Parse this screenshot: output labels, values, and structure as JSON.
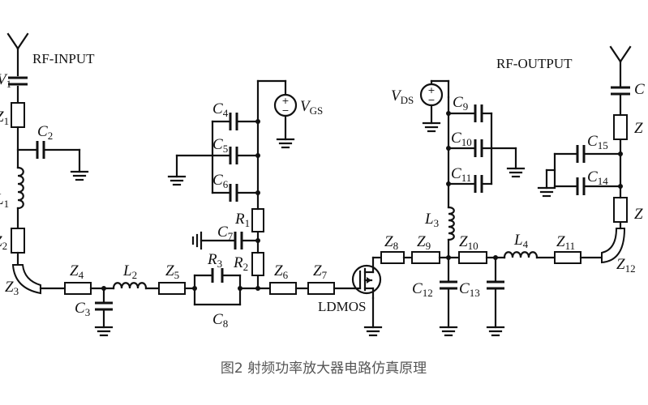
{
  "ports": {
    "input": "RF-INPUT",
    "output": "RF-OUTPUT",
    "device": "LDMOS"
  },
  "sources": {
    "gate": {
      "sym": "V",
      "sub": "GS"
    },
    "drain": {
      "sym": "V",
      "sub": "DS"
    }
  },
  "labels": {
    "V1": {
      "sym": "V",
      "sub": "1"
    },
    "Z1": {
      "sym": "Z",
      "sub": "1"
    },
    "C2": {
      "sym": "C",
      "sub": "2"
    },
    "L1": {
      "sym": "L",
      "sub": "1"
    },
    "Z2": {
      "sym": "Z",
      "sub": "2"
    },
    "Z3": {
      "sym": "Z",
      "sub": "3"
    },
    "Z4": {
      "sym": "Z",
      "sub": "4"
    },
    "C3": {
      "sym": "C",
      "sub": "3"
    },
    "L2": {
      "sym": "L",
      "sub": "2"
    },
    "Z5": {
      "sym": "Z",
      "sub": "5"
    },
    "R3": {
      "sym": "R",
      "sub": "3"
    },
    "C8": {
      "sym": "C",
      "sub": "8"
    },
    "R2": {
      "sym": "R",
      "sub": "2"
    },
    "R1": {
      "sym": "R",
      "sub": "1"
    },
    "C7": {
      "sym": "C",
      "sub": "7"
    },
    "C4": {
      "sym": "C",
      "sub": "4"
    },
    "C5": {
      "sym": "C",
      "sub": "5"
    },
    "C6": {
      "sym": "C",
      "sub": "6"
    },
    "Z6": {
      "sym": "Z",
      "sub": "6"
    },
    "Z7": {
      "sym": "Z",
      "sub": "7"
    },
    "Z8": {
      "sym": "Z",
      "sub": "8"
    },
    "Z9": {
      "sym": "Z",
      "sub": "9"
    },
    "C9": {
      "sym": "C",
      "sub": "9"
    },
    "C10": {
      "sym": "C",
      "sub": "10"
    },
    "C11": {
      "sym": "C",
      "sub": "11"
    },
    "L3": {
      "sym": "L",
      "sub": "3"
    },
    "Z10": {
      "sym": "Z",
      "sub": "10"
    },
    "C12": {
      "sym": "C",
      "sub": "12"
    },
    "C13": {
      "sym": "C",
      "sub": "13"
    },
    "L4": {
      "sym": "L",
      "sub": "4"
    },
    "Z11": {
      "sym": "Z",
      "sub": "11"
    },
    "Z12": {
      "sym": "Z",
      "sub": "12"
    },
    "C15": {
      "sym": "C",
      "sub": "15"
    },
    "C14": {
      "sym": "C",
      "sub": "14"
    },
    "Zo": {
      "sym": "Z",
      "sub": ""
    },
    "Co": {
      "sym": "C",
      "sub": ""
    }
  },
  "caption": "图2  射频功率放大器电路仿真原理"
}
